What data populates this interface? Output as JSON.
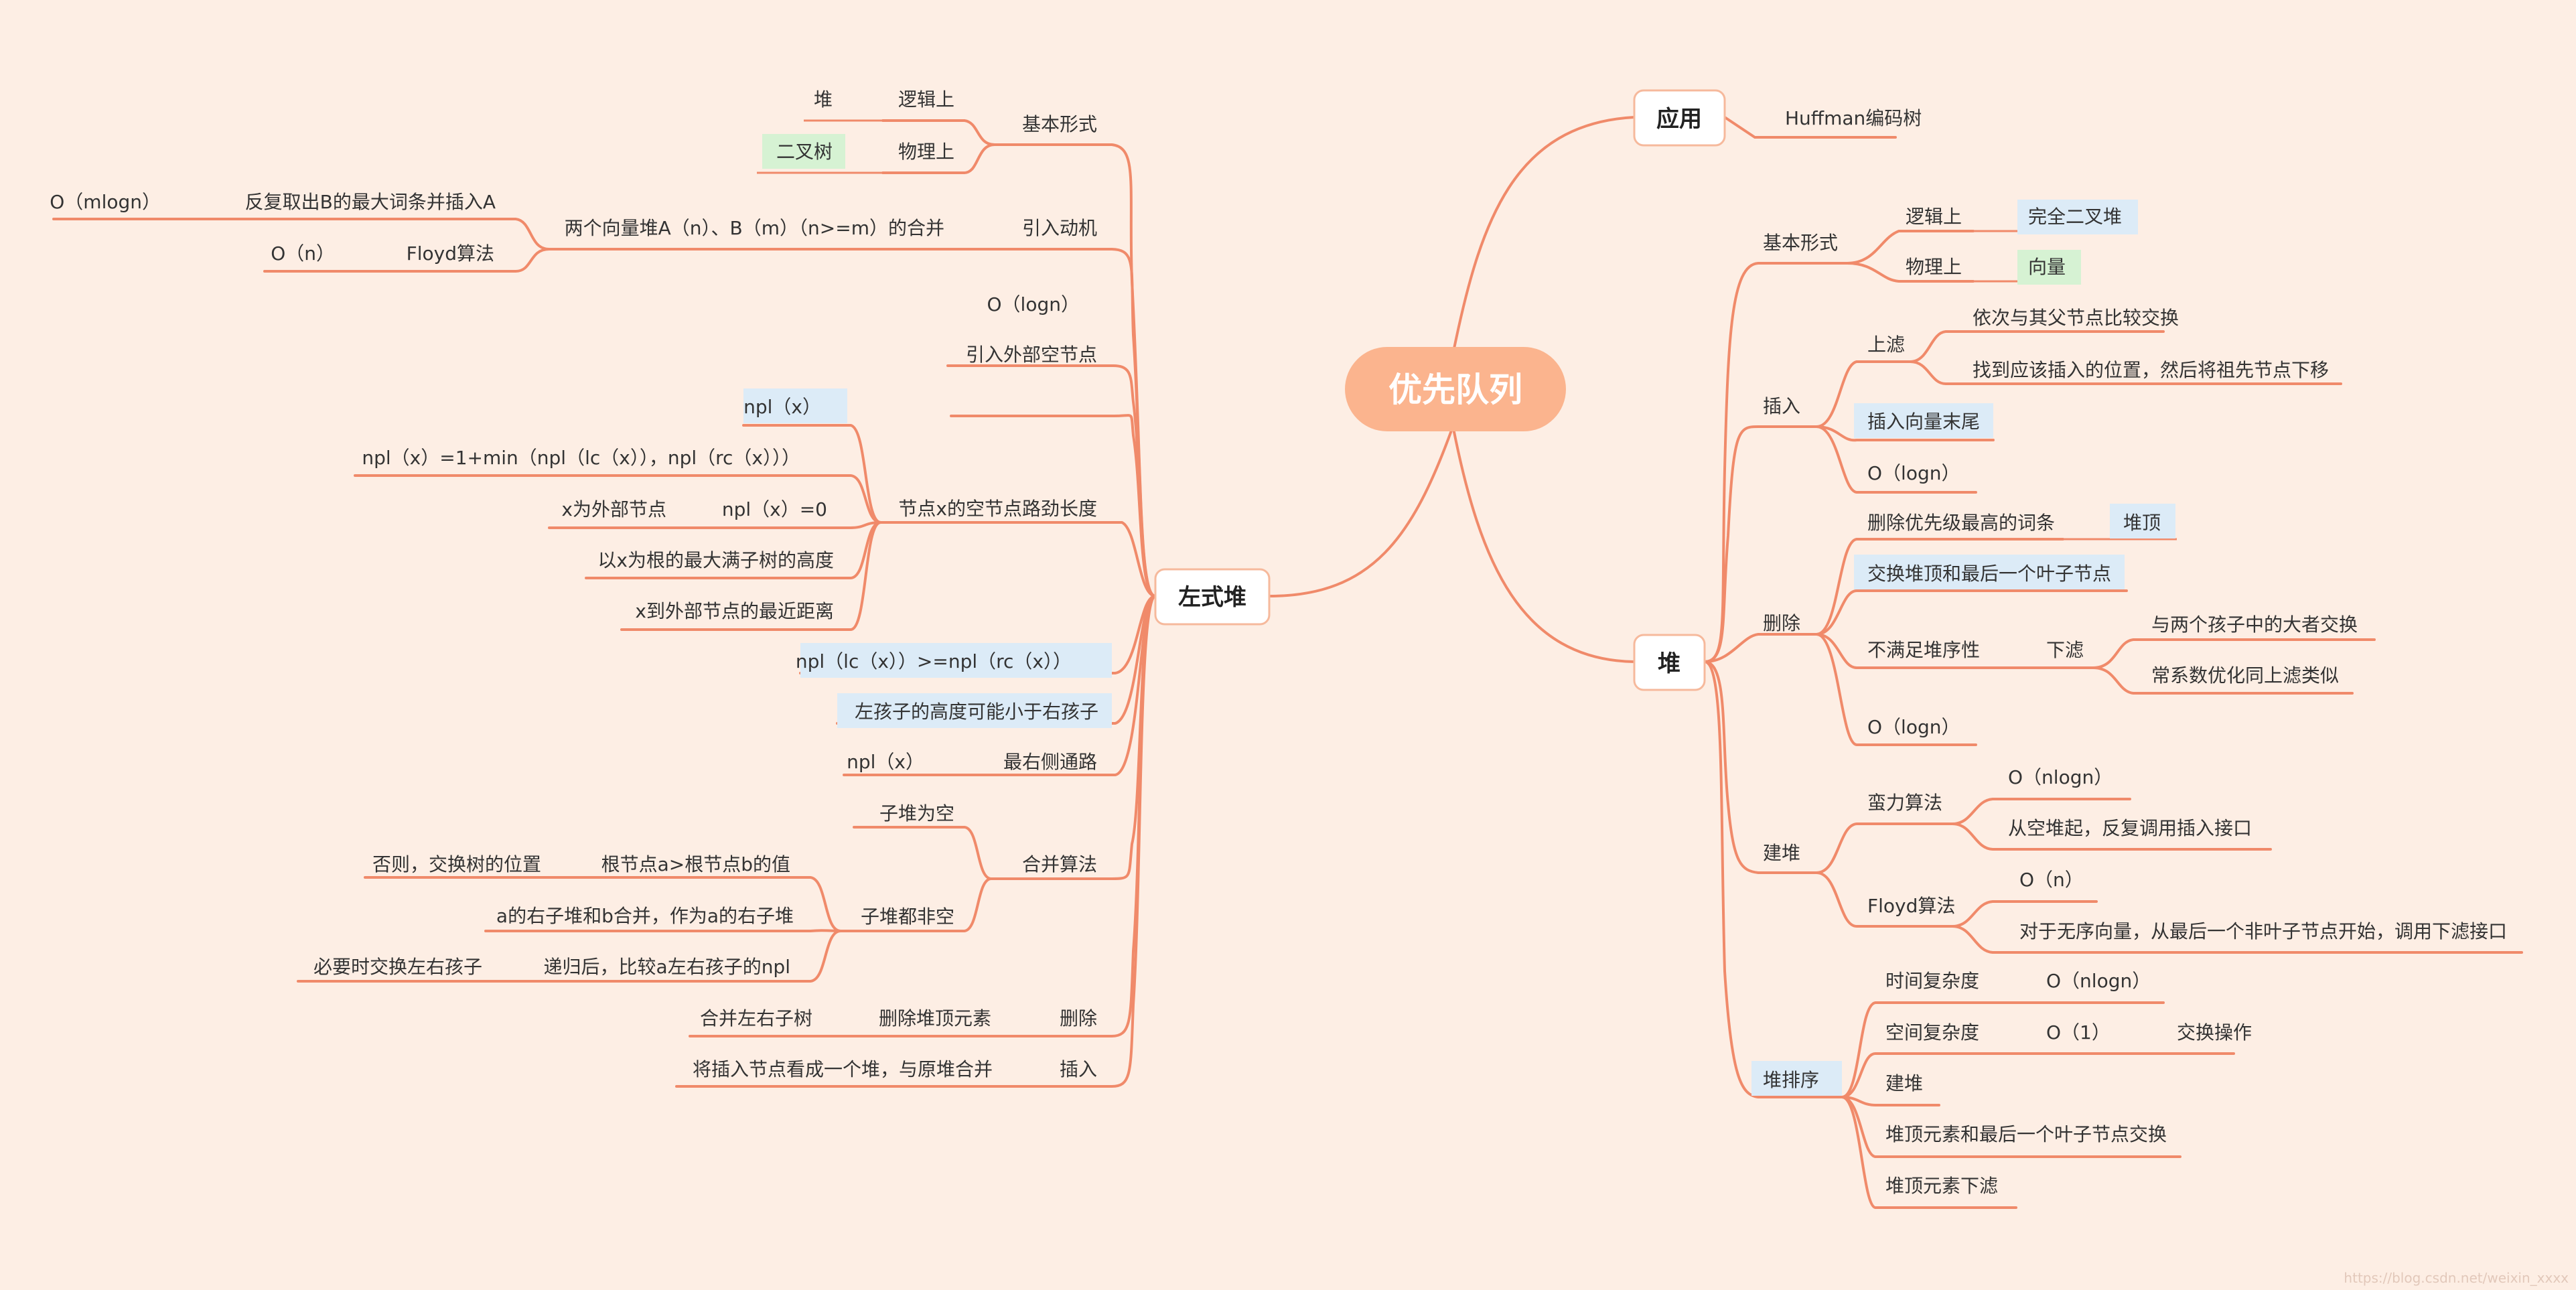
{
  "center": "优先队列",
  "branches": {
    "app": "应用",
    "heap": "堆",
    "leftist": "左式堆"
  },
  "app": {
    "huffman": "Huffman编码树"
  },
  "heap": {
    "basic": {
      "label": "基本形式",
      "logical": "逻辑上",
      "logical_val": "完全二叉堆",
      "physical": "物理上",
      "physical_val": "向量"
    },
    "insert": {
      "label": "插入",
      "percolate_up": "上滤",
      "pu1": "依次与其父节点比较交换",
      "pu2": "找到应该插入的位置，然后将祖先节点下移",
      "append": "插入向量末尾",
      "cost": "O（logn）"
    },
    "delete": {
      "label": "删除",
      "remove_max": "删除优先级最高的词条",
      "top": "堆顶",
      "swap": "交换堆顶和最后一个叶子节点",
      "violate": "不满足堆序性",
      "percolate_down": "下滤",
      "pd1": "与两个孩子中的大者交换",
      "pd2": "常系数优化同上滤类似",
      "cost": "O（logn）"
    },
    "build": {
      "label": "建堆",
      "brute": "蛮力算法",
      "brute_cost": "O（nlogn）",
      "brute_desc": "从空堆起，反复调用插入接口",
      "floyd": "Floyd算法",
      "floyd_cost": "O（n）",
      "floyd_desc": "对于无序向量，从最后一个非叶子节点开始，调用下滤接口"
    },
    "sort": {
      "label": "堆排序",
      "time": "时间复杂度",
      "time_val": "O（nlogn）",
      "space": "空间复杂度",
      "space_val": "O（1）",
      "swap_op": "交换操作",
      "build": "建堆",
      "swap_last": "堆顶元素和最后一个叶子节点交换",
      "percolate": "堆顶元素下滤"
    }
  },
  "leftist": {
    "basic": {
      "label": "基本形式",
      "logical": "逻辑上",
      "logical_val": "堆",
      "physical": "物理上",
      "physical_val": "二叉树"
    },
    "motivation": {
      "label": "引入动机",
      "merge": "两个向量堆A（n）、B（m）（n>=m）的合并",
      "repeat": "反复取出B的最大词条并插入A",
      "repeat_cost": "O（mlogn）",
      "floyd": "Floyd算法",
      "floyd_cost": "O（n）"
    },
    "logn": "O（logn）",
    "external": "引入外部空节点",
    "npl": {
      "label": "节点x的空节点路劲长度",
      "def": "npl（x）",
      "formula": "npl（x）=1+min（npl（lc（x）），npl（rc（x）））",
      "external": "x为外部节点",
      "external_val": "npl（x）=0",
      "height": "以x为根的最大满子树的高度",
      "dist": "x到外部节点的最近距离"
    },
    "condition": "npl（lc（x））>=npl（rc（x））",
    "left_lower": "左孩子的高度可能小于右孩子",
    "rightmost": {
      "label": "最右侧通路",
      "val": "npl（x）"
    },
    "merge": {
      "label": "合并算法",
      "empty": "子堆为空",
      "nonempty": "子堆都非空",
      "compare": "根节点a>根节点b的值",
      "otherwise": "否则，交换树的位置",
      "right_merge": "a的右子堆和b合并，作为a的右子堆",
      "after": "递归后，比较a左右孩子的npl",
      "swap_lr": "必要时交换左右孩子"
    },
    "delete": {
      "label": "删除",
      "remove_top": "删除堆顶元素",
      "merge_children": "合并左右子树"
    },
    "insert": {
      "label": "插入",
      "desc": "将插入节点看成一个堆，与原堆合并"
    }
  },
  "watermark": "https://blog.csdn.net/weixin_xxxx",
  "colors": {
    "background": "#fdeee4",
    "line": "#f08a6a",
    "center_fill": "#fbb48e",
    "blue_tag": "#dcebf7",
    "green_tag": "#d6f2d3"
  }
}
